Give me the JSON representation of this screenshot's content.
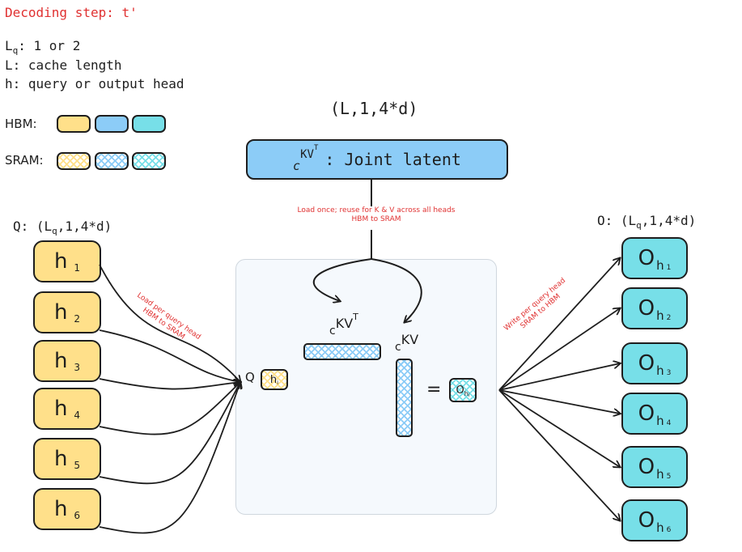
{
  "header": {
    "title": "Decoding step: t'"
  },
  "definitions": [
    {
      "symbol": "Lq",
      "text": ": 1 or 2"
    },
    {
      "symbol": "L",
      "text": ": cache length"
    },
    {
      "symbol": "h",
      "text": ": query or output head"
    }
  ],
  "legend": {
    "hbm_label": "HBM:",
    "sram_label": "SRAM:",
    "colors": {
      "yellow": "#ffe08a",
      "blue": "#8cccf7",
      "cyan": "#77dfe8"
    }
  },
  "latent": {
    "shape": "(L,1,4*d)",
    "symbol_base": "c",
    "symbol_sup": "KV",
    "symbol_sup2": "T",
    "label": ": Joint latent",
    "note_line1": "Load once; reuse for K & V across all heads",
    "note_line2": "HBM to SRAM"
  },
  "query": {
    "shape_label": "Q: (Lq,1,4*d)",
    "heads": [
      {
        "base": "h",
        "sub": "1"
      },
      {
        "base": "h",
        "sub": "2"
      },
      {
        "base": "h",
        "sub": "3"
      },
      {
        "base": "h",
        "sub": "4"
      },
      {
        "base": "h",
        "sub": "5"
      },
      {
        "base": "h",
        "sub": "6"
      }
    ],
    "note_line1": "Load per query head",
    "note_line2": "HBM to SRAM"
  },
  "output": {
    "shape_label": "O: (Lq,1,4*d)",
    "heads": [
      {
        "base": "O",
        "sub": "h",
        "subsub": "1"
      },
      {
        "base": "O",
        "sub": "h",
        "subsub": "2"
      },
      {
        "base": "O",
        "sub": "h",
        "subsub": "3"
      },
      {
        "base": "O",
        "sub": "h",
        "subsub": "4"
      },
      {
        "base": "O",
        "sub": "h",
        "subsub": "5"
      },
      {
        "base": "O",
        "sub": "h",
        "subsub": "6"
      }
    ],
    "note_line1": "Write per query head",
    "note_line2": "SRAM to HBM"
  },
  "compute": {
    "q_label": "Q",
    "q_head": "h",
    "q_head_sub": "i",
    "ckvT_base": "c",
    "ckvT_sup": "KV",
    "ckvT_sup2": "T",
    "ckv_base": "c",
    "ckv_sup": "KV",
    "equals": "=",
    "out_base": "O",
    "out_sub": "h",
    "out_subsub": "i"
  }
}
